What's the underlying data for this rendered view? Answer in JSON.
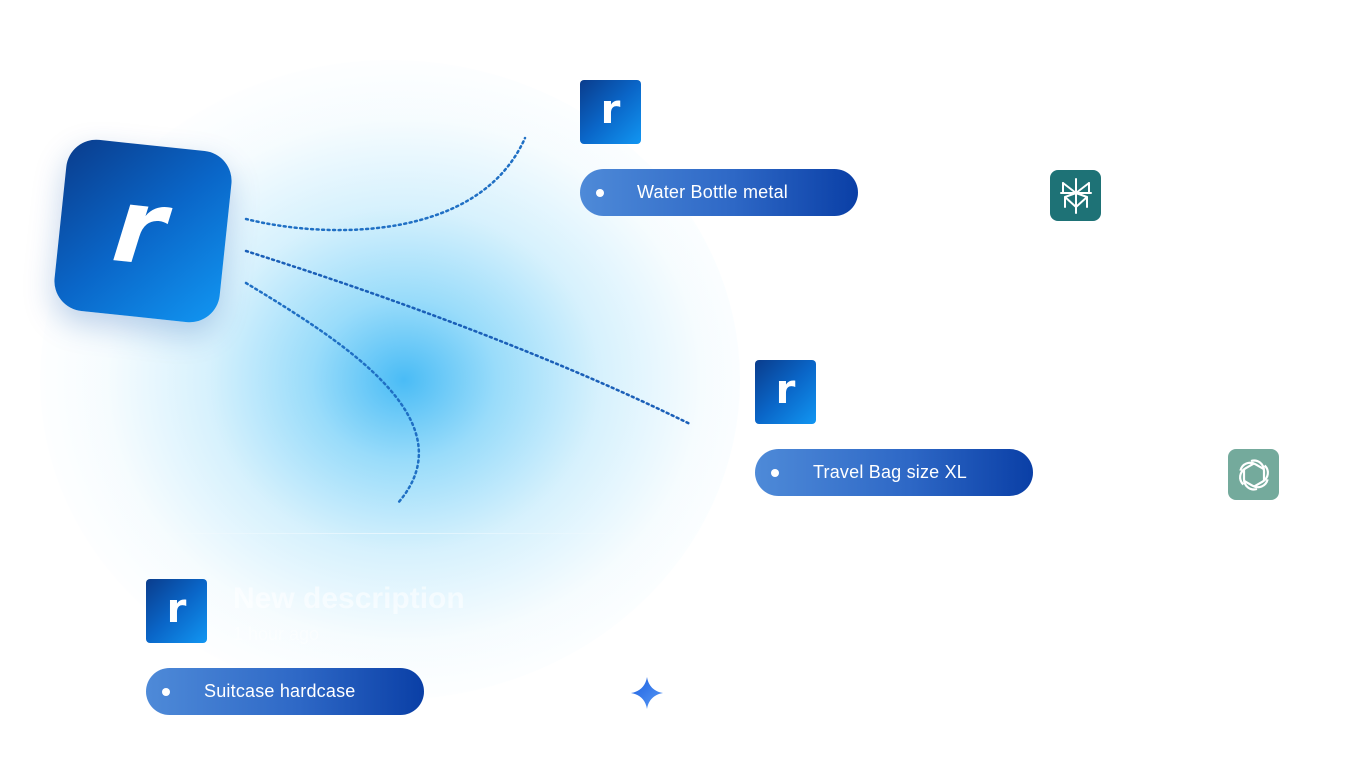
{
  "brand": {
    "logo_letter": "r",
    "gradient_colors": [
      "#0a3c8c",
      "#0a66c8",
      "#1196f2"
    ]
  },
  "products": [
    {
      "logo_letter": "r",
      "label": "Water Bottle metal",
      "ai_badge": "perplexity-icon",
      "badge_color": "#1e7276"
    },
    {
      "logo_letter": "r",
      "label": "Travel Bag size XL",
      "ai_badge": "openai-icon",
      "badge_color": "#74aa9c"
    },
    {
      "logo_letter": "r",
      "label": "Suitcase hardcase",
      "ai_badge": "gemini-sparkle-icon",
      "badge_color": "#3f7bf0"
    }
  ],
  "card": {
    "title": "New description",
    "time": "1 hour ago"
  }
}
